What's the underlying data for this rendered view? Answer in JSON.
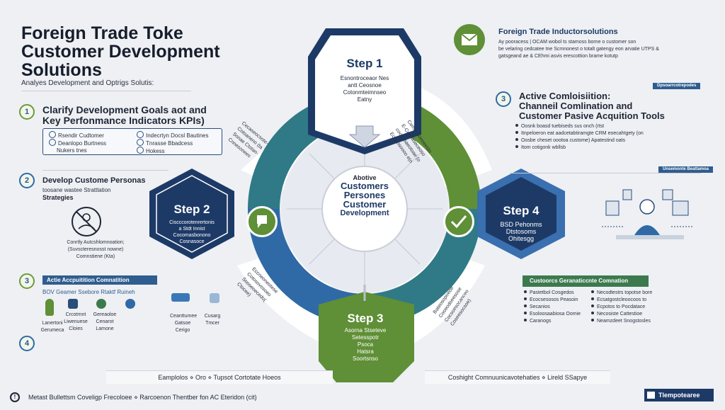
{
  "header": {
    "title_lines": [
      "Foreign Trade Toke",
      "Customer Development",
      "Solutions"
    ],
    "subtitle": "Analyes Development and Optrigs Solutis:"
  },
  "sections": {
    "s1": {
      "num": "1",
      "title_lines": [
        "Clarify Development Goals aot and",
        "Key Perfonmance  Indicators KPIs)"
      ],
      "items": [
        "Rsendir Cudtomer",
        "Deanlopo Burtness",
        "Nukers tnes",
        "Indecrtyn Docsl Bautines",
        "Tnrasse Bbadcess",
        "Hokess"
      ]
    },
    "s2": {
      "num": "2",
      "title": "Develop Custome Personas",
      "sub_line": "toosane wastee Strattlation",
      "sub_line2": "Strategies",
      "caption_lines": [
        "Conrtly Autcshlomnoation;",
        "(Suvscteresnosst nowne)",
        "Comnstiene (Kta)"
      ]
    },
    "s3": {
      "num": "3",
      "bar_label": "Actie Accpuitition Comnatition",
      "line": "BOV Geamer Ssebore Rtaktf Ruineh",
      "icon_labels": [
        "Lanertoni Gerumeca",
        "Crcotrnnt Liwenuese Cloies",
        "Gereaoloe Cenarot Lamone",
        "Ceanttumee Gatsoe Cerigo",
        "Cusarg Tmcer"
      ]
    },
    "s4": {
      "num": "4"
    },
    "right_top": {
      "title": "Foreign Trade Inductorsolutions",
      "lines": [
        "Ay pooracess | OCAM  wobol ts stamoss borne o customer son",
        "be velaring cedcatee tne Scmnonest o totalt gatengy eon arvatie UTPS &",
        "gatsgeand ae & CEhmi asvis erescottion brame kotutp"
      ]
    },
    "right_3": {
      "num": "3",
      "title_lines": [
        "Active Comloisiition:",
        "Channeil Comlination and",
        "Customer Pasive Acquition Tools"
      ],
      "items": [
        "Oosnk boasd tuebiseds sus onch (rtst",
        "Itnpeloeron eat aadcetabtiramgte CRM eoecahtgety (on",
        "Oosbe cheset oootoa custome)  Apatestind oats",
        "Itom cotigonk wbllsb"
      ],
      "right_tag": "Dpsoarrcotrepodes"
    },
    "right_step4": {
      "tag": "Unsemonte Beattamoa",
      "bar_label": "Custoorcs Geranaticcnte Comnation",
      "list_left": [
        "Pastetbol Cosgedos",
        "Ecocsesosos Peasoin",
        "Secanios",
        "Esoloosaabiosa Oomie",
        "Caranogs"
      ],
      "list_right": [
        "Necodtestrs topotse bore",
        "Ecsatgostcleoocoos to",
        "Ecpotos to Pocdatace",
        "Necosiste Cattestioe",
        "Neamzdeet Snogstosles"
      ]
    },
    "footer": {
      "left_pill": "Eamplolos  ⋄  Oro  ⋄  Tupsot Cortotate Hoeos",
      "right_pill": "Coshight Comnuunicavotehaties  ⋄  Lireld SSapye",
      "bottom": "Metast Bullettsm Coveligp Frecoloee ⋄ Rarcoenon Thentber fon AC Eteridon (cit)",
      "badge": "Tlempotearee"
    }
  },
  "center": {
    "top": "Abotive",
    "lines": [
      "Customers",
      "Persones",
      "Customer",
      "Development"
    ]
  },
  "steps": {
    "step1": {
      "title": "Step 1",
      "body": [
        "Esnontroceaor Nes",
        "antt Ceosnoe",
        "Cotonmteimnseo",
        "Eatny"
      ]
    },
    "step2": {
      "title": "Step 2",
      "body": [
        "Ciscccorotenrertonis",
        "a Stdt Innist",
        "Cocomasbonono",
        "Cosnasoce"
      ]
    },
    "step3": {
      "title": "Step 3",
      "body": [
        "Asorna Stseteve",
        "Setesspotr",
        "Psoca",
        "Hatsra",
        "Soortsnso"
      ]
    },
    "step4": {
      "title": "Step 4",
      "body": [
        "BSD Pehonms",
        "Dtstosoms",
        "Ohitesgg"
      ]
    }
  },
  "ring_labels": {
    "tl": [
      "Cecaseocsote-",
      "Cotoaneno (ta",
      "Sonae Ctotan-",
      "Cnnesonees"
    ],
    "tr": [
      "Cemeosoeoeesto",
      "E-Coosaseceoso",
      "coonosaeotoae (o",
      "Ecaeosoooo e(o"
    ],
    "bl": [
      "Eccneoneotese",
      "Cotosovosoeo",
      "Sooseoecedo(",
      "Ctocee)"
    ],
    "br": [
      "Bateosopoeoe",
      "Cooeodseesose",
      "Cocsoesocanceo",
      "Coseesocsoe)"
    ]
  },
  "colors": {
    "navy": "#1d3a67",
    "blue": "#2f6aa6",
    "green": "#5f8f36",
    "teal": "#2f7a86"
  }
}
